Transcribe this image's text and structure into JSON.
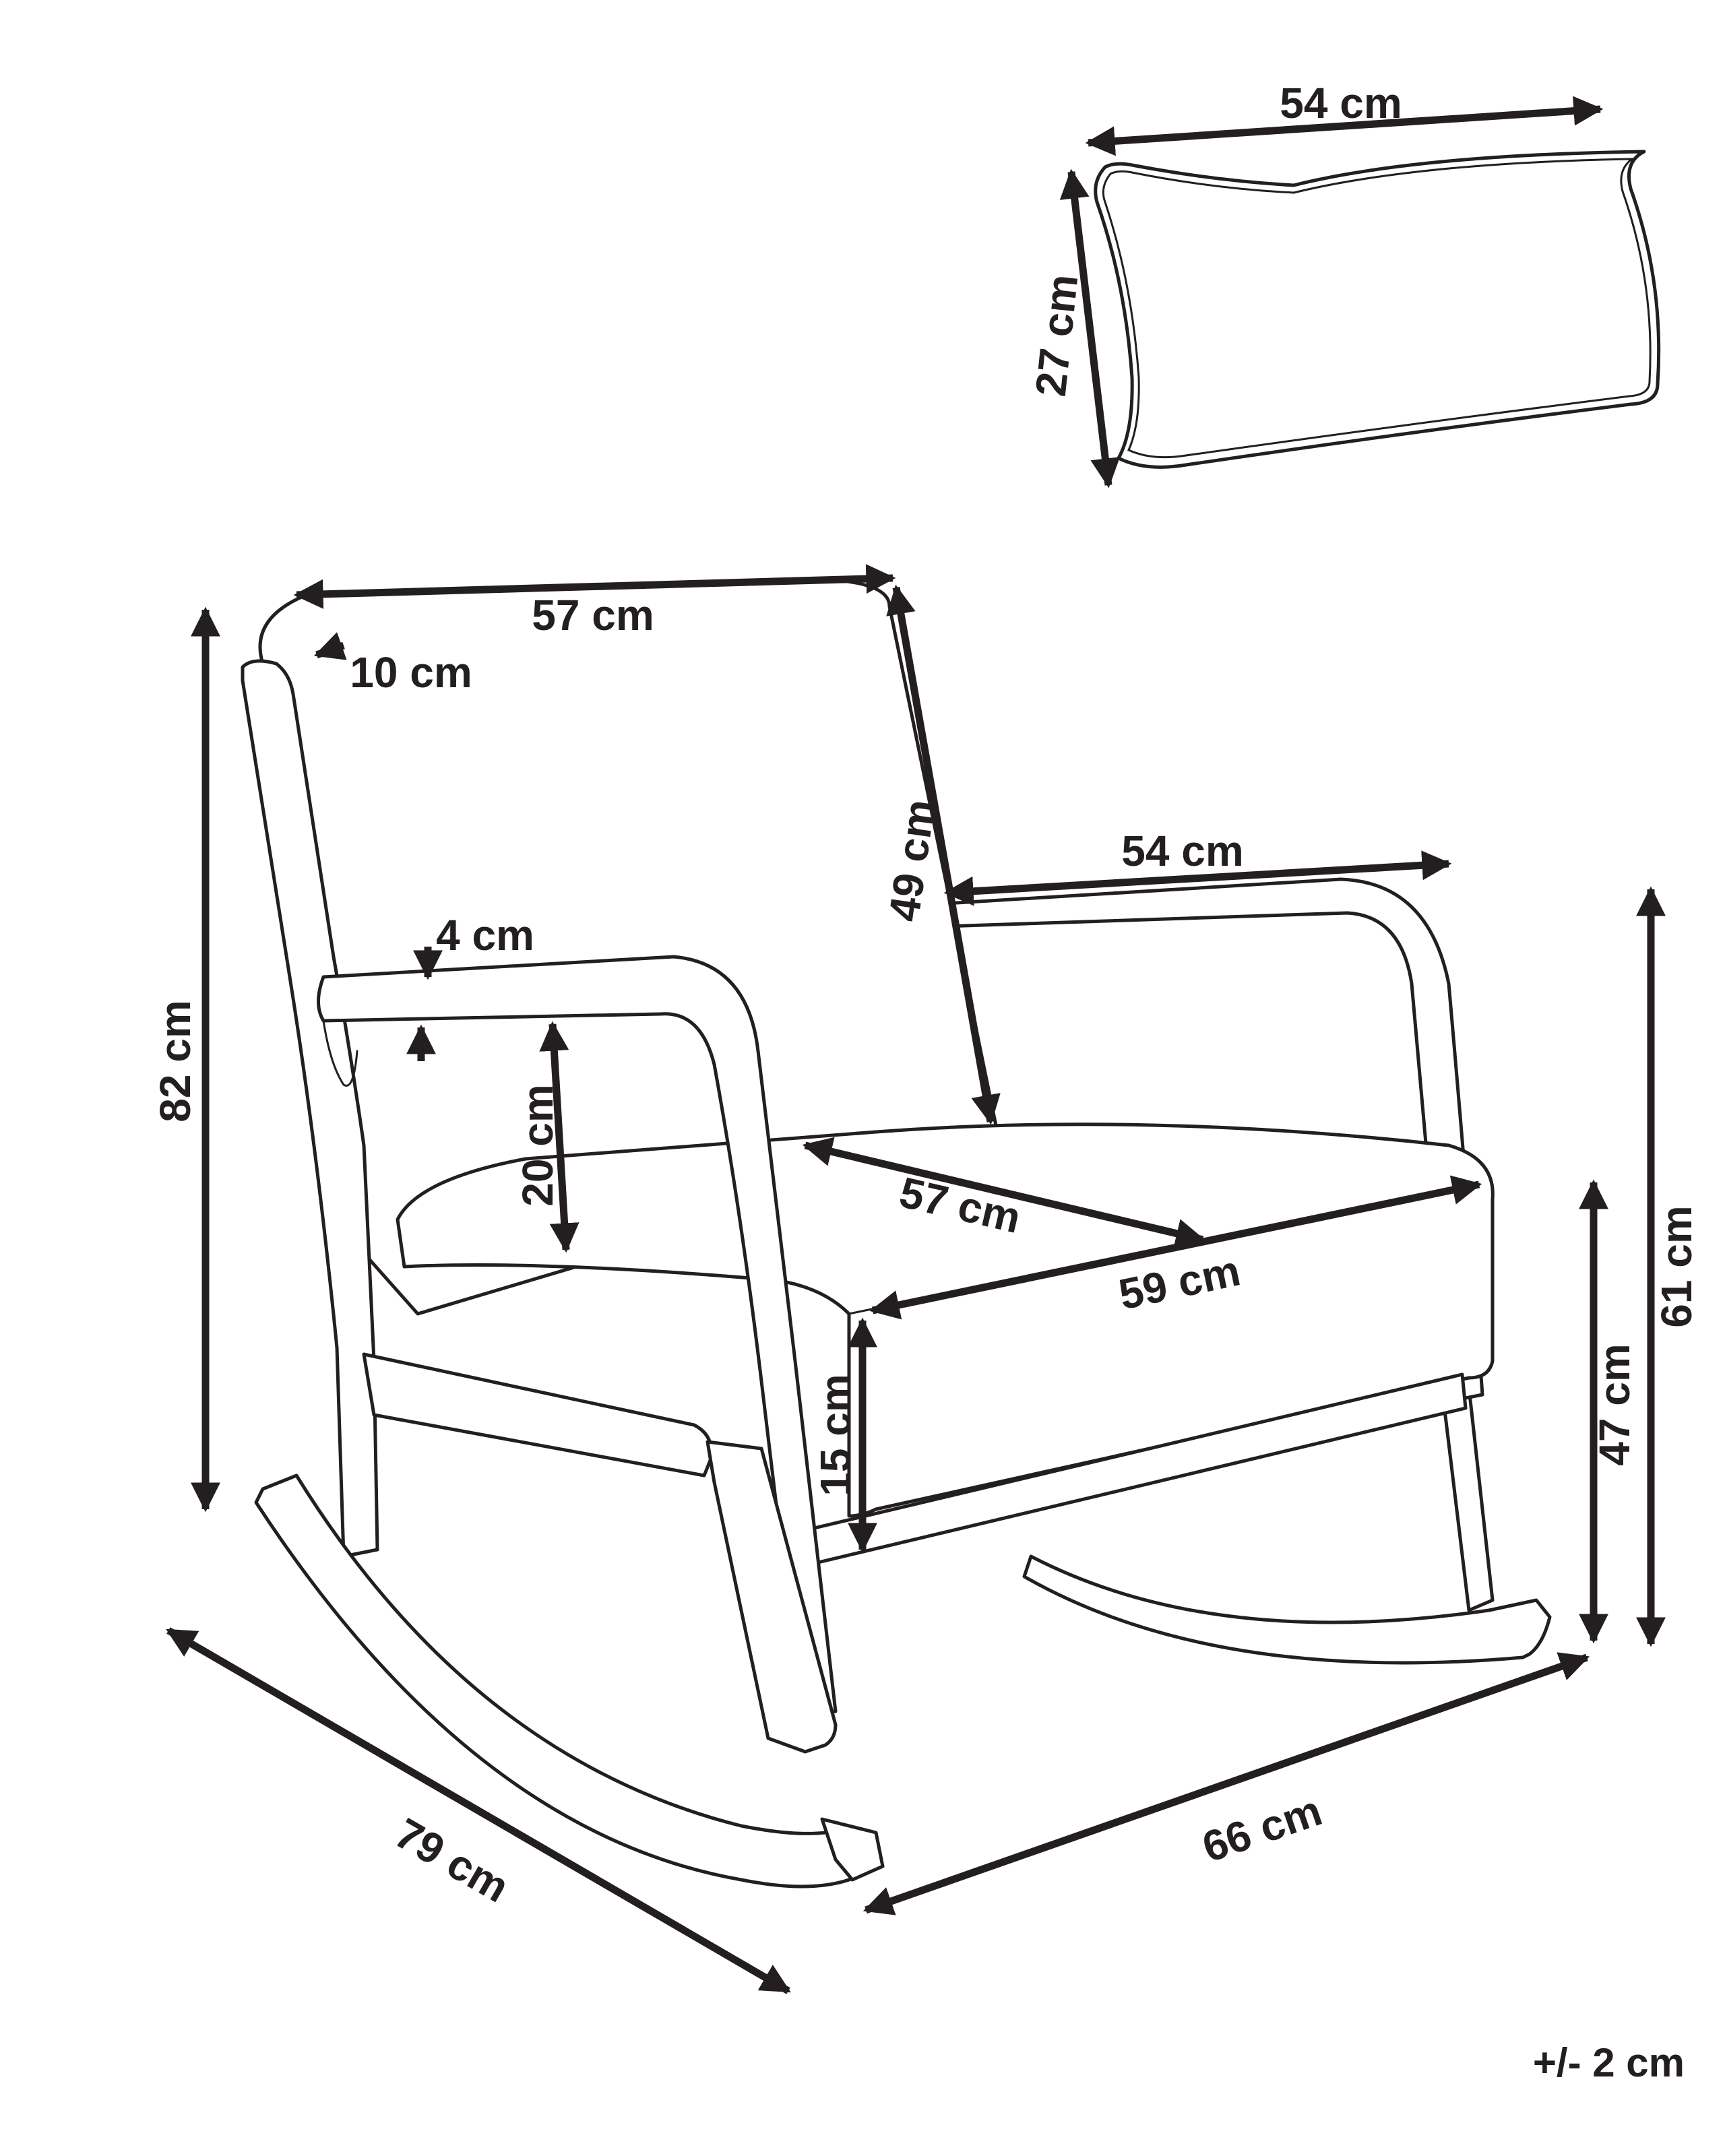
{
  "dimensions": {
    "pillow_width": "54 cm",
    "pillow_height": "27 cm",
    "backrest_width": "57 cm",
    "backrest_thickness": "10 cm",
    "backrest_height": "49 cm",
    "armrest_thickness": "4 cm",
    "armrest_to_seat": "20 cm",
    "inner_width": "54 cm",
    "total_height": "82 cm",
    "armrest_height": "61 cm",
    "seat_height": "47 cm",
    "seat_thickness": "15 cm",
    "seat_depth": "57 cm",
    "seat_width": "59 cm",
    "total_depth": "79 cm",
    "total_width": "66 cm"
  },
  "tolerance": "+/- 2 cm"
}
